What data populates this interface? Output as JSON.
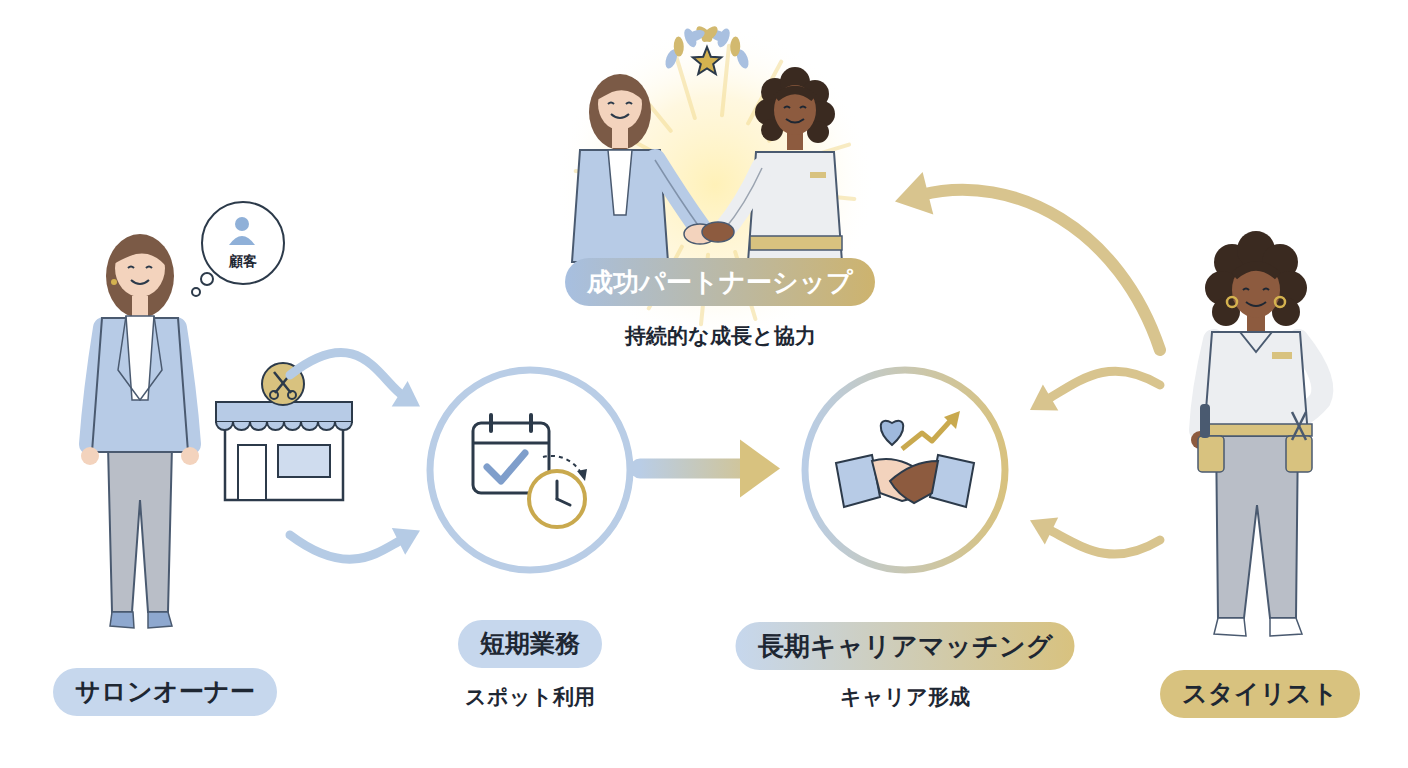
{
  "diagram": {
    "nodes": [
      {
        "text": [
          "成功パートナーシップ",
          "持続的な成長と協力"
        ]
      },
      {
        "text": [
          "顧客"
        ]
      },
      {
        "text": [
          "サロンオーナー"
        ]
      },
      {
        "text": [
          "短期業務",
          "スポット利用"
        ]
      },
      {
        "text": [
          "長期キャリアマッチング",
          "キャリア形成"
        ]
      },
      {
        "text": [
          "スタイリスト"
        ]
      }
    ],
    "edges": [
      {
        "from": 2,
        "to": 3,
        "arrow": "to"
      },
      {
        "from": 2,
        "to": 3,
        "arrow": "to"
      },
      {
        "from": 3,
        "to": 4,
        "arrow": "to"
      },
      {
        "from": 5,
        "to": 4,
        "arrow": "to"
      },
      {
        "from": 5,
        "to": 4,
        "arrow": "to"
      },
      {
        "from": 5,
        "to": 0,
        "arrow": "to"
      }
    ]
  }
}
